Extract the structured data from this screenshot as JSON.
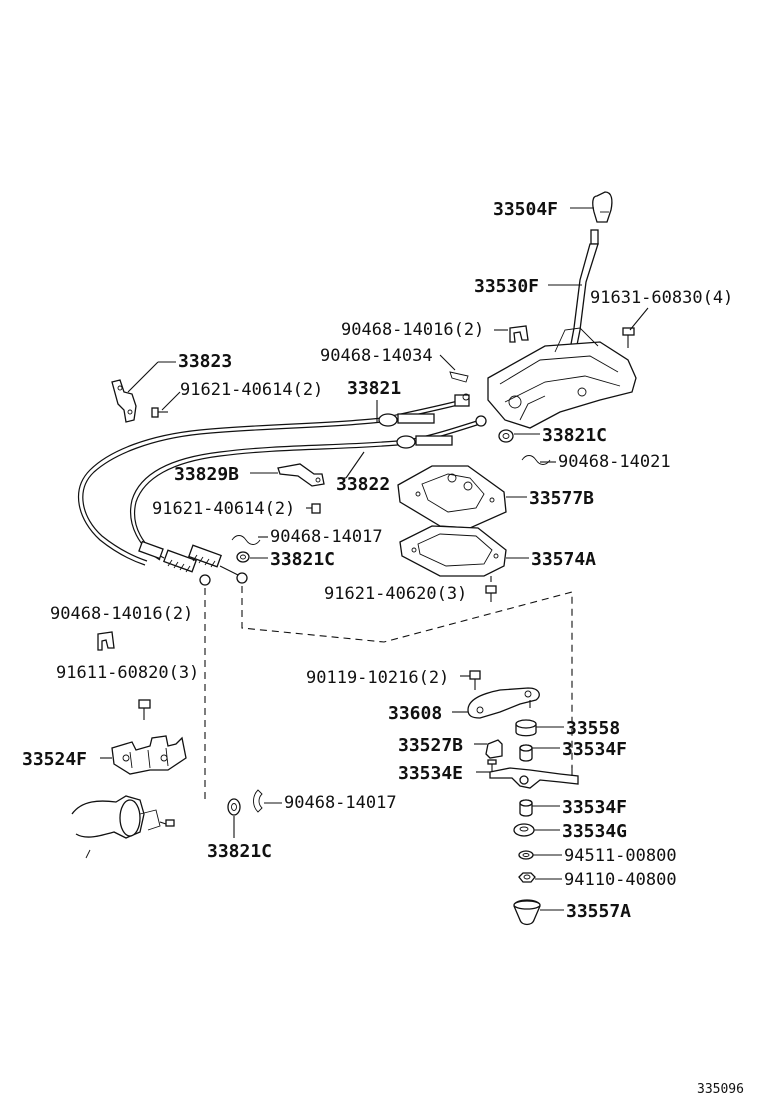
{
  "labels": {
    "p33504F": "33504F",
    "p33530F": "33530F",
    "p91631_60830": "91631-60830(4)",
    "p90468_14016_top": "90468-14016(2)",
    "p90468_14034": "90468-14034",
    "p33823": "33823",
    "p91621_40614_a": "91621-40614(2)",
    "p33821": "33821",
    "p33821C_a": "33821C",
    "p90468_14021": "90468-14021",
    "p33829B": "33829B",
    "p33822": "33822",
    "p33577B": "33577B",
    "p91621_40614_b": "91621-40614(2)",
    "p90468_14017_a": "90468-14017",
    "p33821C_b": "33821C",
    "p33574A": "33574A",
    "p91621_40620": "91621-40620(3)",
    "p90468_14016_left": "90468-14016(2)",
    "p91611_60820": "91611-60820(3)",
    "p90119_10216": "90119-10216(2)",
    "p33608": "33608",
    "p33558": "33558",
    "p33527B": "33527B",
    "p33534F_a": "33534F",
    "p33524F": "33524F",
    "p33534E": "33534E",
    "p90468_14017_b": "90468-14017",
    "p33534F_b": "33534F",
    "p33821C_c": "33821C",
    "p33534G": "33534G",
    "p94511_00800": "94511-00800",
    "p94110_40800": "94110-40800",
    "p33557A": "33557A"
  },
  "footer": {
    "diagram_code": "335096"
  }
}
